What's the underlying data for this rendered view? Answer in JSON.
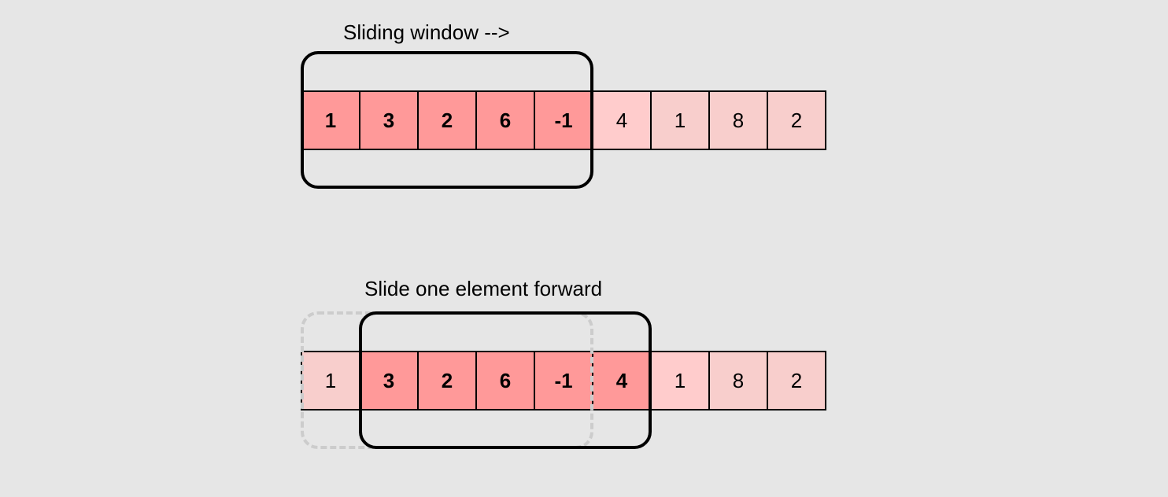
{
  "top": {
    "caption": "Sliding window -->",
    "cells": [
      "1",
      "3",
      "2",
      "6",
      "-1",
      "4",
      "1",
      "8",
      "2"
    ]
  },
  "bottom": {
    "caption": "Slide one element forward",
    "cells": [
      "1",
      "3",
      "2",
      "6",
      "-1",
      "4",
      "1",
      "8",
      "2"
    ]
  },
  "colors": {
    "background": "#e6e6e6",
    "window_cell": "#ff9999",
    "next_cell": "#ffcccc",
    "other_cell": "#f8cecc",
    "window_border": "#000000",
    "previous_window_border": "#cccccc"
  }
}
